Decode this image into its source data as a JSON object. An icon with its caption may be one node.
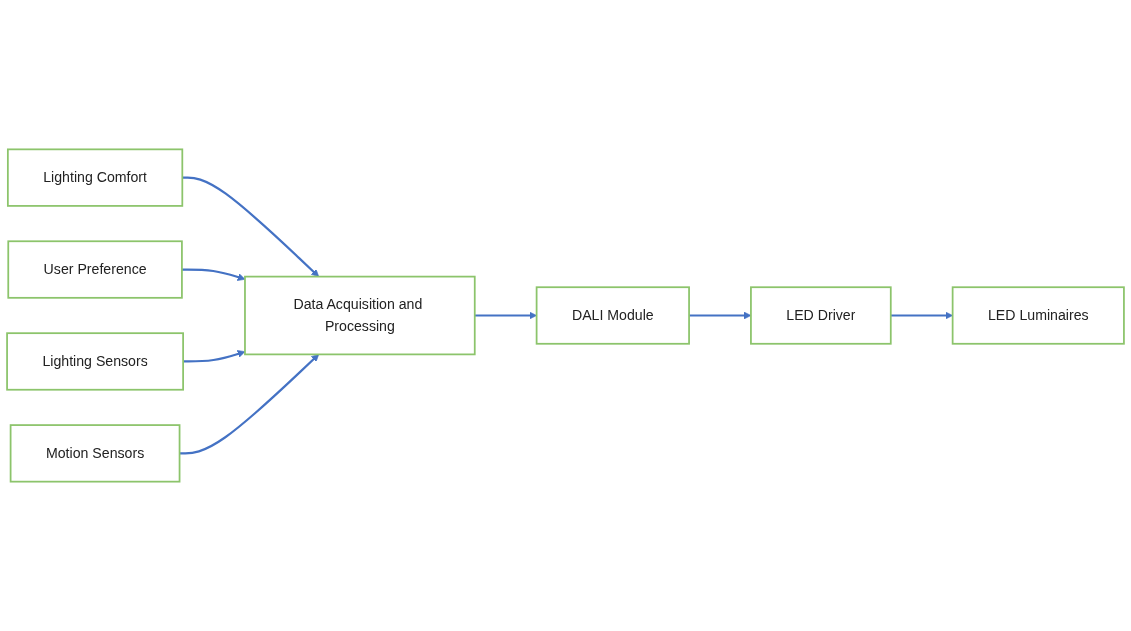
{
  "diagram": {
    "nodes": [
      {
        "text": [
          "Lighting Comfort"
        ]
      },
      {
        "text": [
          "User Preference"
        ]
      },
      {
        "text": [
          "Lighting Sensors"
        ]
      },
      {
        "text": [
          "LED Luminaires"
        ]
      },
      {
        "text": [
          "Data Acquisition and Processing"
        ]
      },
      {
        "text": [
          "Motion Sensors"
        ]
      },
      {
        "text": [
          "DALI Module"
        ]
      },
      {
        "text": [
          "LED Driver"
        ]
      }
    ],
    "edges": [
      {
        "from": 0,
        "to": 4,
        "arrow": "to"
      },
      {
        "from": 1,
        "to": 4,
        "arrow": "to"
      },
      {
        "from": 2,
        "to": 4,
        "arrow": "to"
      },
      {
        "from": 5,
        "to": 4,
        "arrow": "to"
      },
      {
        "from": 4,
        "to": 6,
        "arrow": "to"
      },
      {
        "from": 6,
        "to": 7,
        "arrow": "to"
      },
      {
        "from": 7,
        "to": 3,
        "arrow": "to"
      }
    ]
  }
}
